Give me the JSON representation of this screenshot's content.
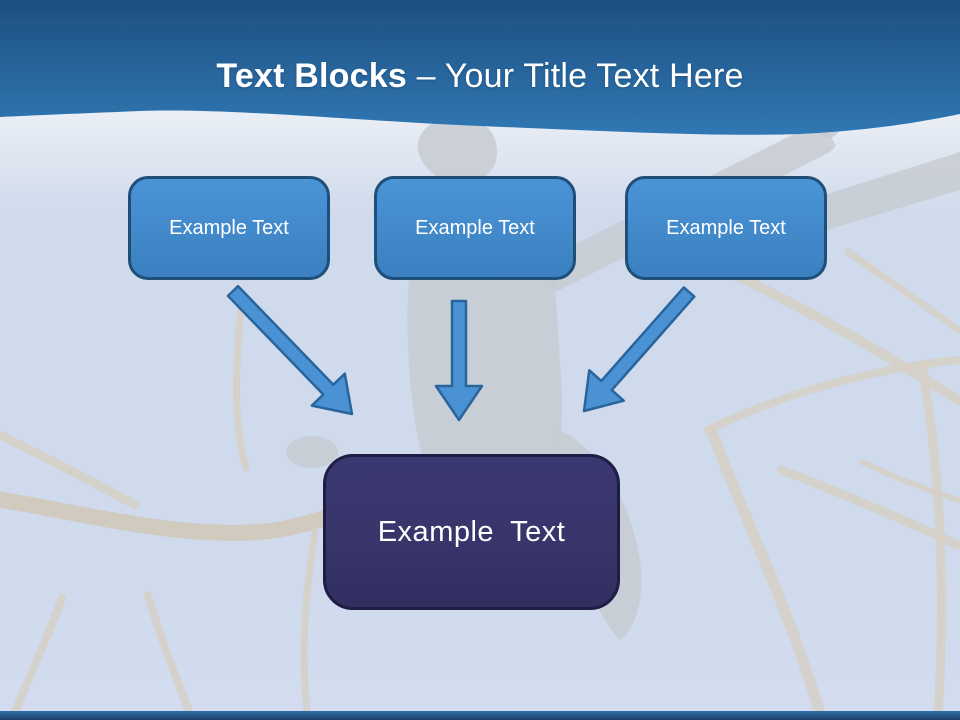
{
  "slide": {
    "title": {
      "bold": "Text Blocks",
      "rest": "– Your Title Text Here",
      "full": "Text Blocks – Your Title Text Here"
    },
    "blocks": [
      {
        "id": "block-1",
        "label": "Example Text"
      },
      {
        "id": "block-2",
        "label": "Example Text"
      },
      {
        "id": "block-3",
        "label": "Example Text"
      }
    ],
    "result_block": {
      "label": "Example Text"
    },
    "diagram": {
      "type": "convergence-flow",
      "edges": [
        {
          "from": "block-1",
          "to": "result",
          "arrow": "down-right"
        },
        {
          "from": "block-2",
          "to": "result",
          "arrow": "down"
        },
        {
          "from": "block-3",
          "to": "result",
          "arrow": "down-left"
        }
      ]
    },
    "colors": {
      "header_top": "#1d4f80",
      "header_bottom": "#3078b4",
      "title_color": "#ffffff",
      "body": "#cfdaec",
      "body_top": "#e9eef6",
      "box_fill": "#4a94d6",
      "box_fill2": "#3b80c0",
      "box_stroke": "#1f4e79",
      "arrow_fill": "#4a92d4",
      "arrow_stroke": "#29659c",
      "result_fill": "#37356a",
      "result_stroke": "#1f1c45",
      "footer_top": "#2f6da6",
      "footer_bottom": "#1a4169",
      "watermark_gray": "#c5cacf",
      "watermark_branch": "#d6d0c4"
    }
  }
}
